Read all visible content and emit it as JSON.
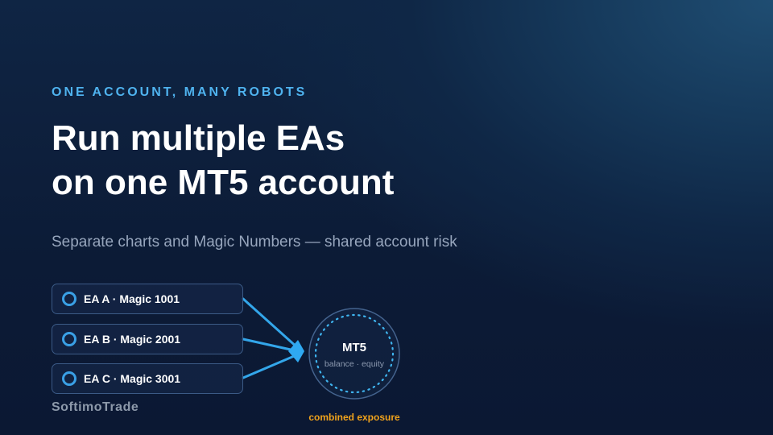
{
  "slide": {
    "eyebrow": "ONE ACCOUNT, MANY ROBOTS",
    "title_line1": "Run multiple EAs",
    "title_line2": "on one MT5 account",
    "subtitle": "Separate charts and Magic Numbers — shared account risk"
  },
  "eas": [
    {
      "label": "EA A · Magic 1001"
    },
    {
      "label": "EA B · Magic 2001"
    },
    {
      "label": "EA C · Magic 3001"
    }
  ],
  "account": {
    "title": "MT5",
    "subtitle": "balance · equity",
    "caption": "combined exposure"
  },
  "brand": "SoftimoTrade",
  "colors": {
    "accent": "#4fb3ef",
    "connector": "#33a6ea",
    "highlight": "#f0a21c",
    "background": "#0c1b36"
  },
  "icons": {
    "ea_marker": "ring-icon",
    "junction": "diamond-icon"
  }
}
